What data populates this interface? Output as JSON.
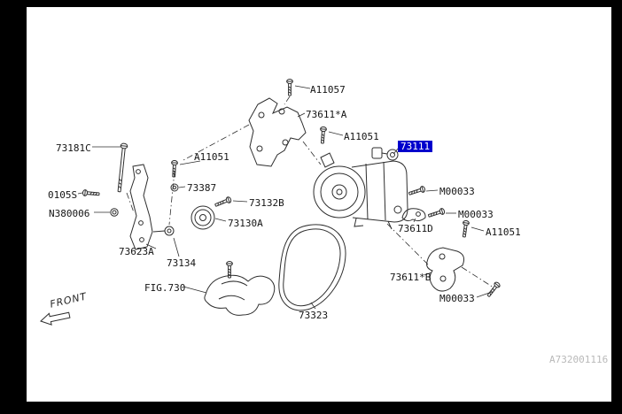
{
  "window": {
    "outer_background": "#000000",
    "canvas_background": "#ffffff"
  },
  "diagram": {
    "front_label": "FRONT",
    "watermark": "A732001116",
    "highlight": {
      "background": "#0000cc",
      "text": "#ffffff"
    },
    "labels": [
      {
        "part": "A11057"
      },
      {
        "part": "73611*A"
      },
      {
        "part": "A11051"
      },
      {
        "part": "73111",
        "selected": true
      },
      {
        "part": "73181C"
      },
      {
        "part": "A11051"
      },
      {
        "part": "73387"
      },
      {
        "part": "0105S"
      },
      {
        "part": "N380006"
      },
      {
        "part": "73132B"
      },
      {
        "part": "73130A"
      },
      {
        "part": "73623A"
      },
      {
        "part": "73134"
      },
      {
        "part": "FIG.730"
      },
      {
        "part": "73323"
      },
      {
        "part": "M00033"
      },
      {
        "part": "M00033"
      },
      {
        "part": "73611D"
      },
      {
        "part": "A11051"
      },
      {
        "part": "73611*B"
      },
      {
        "part": "M00033"
      }
    ]
  }
}
